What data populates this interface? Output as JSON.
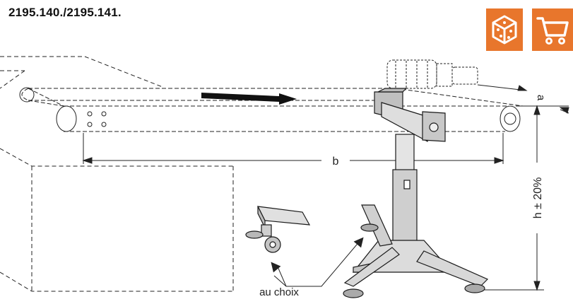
{
  "title": "2195.140./2195.141.",
  "labels": {
    "a": "a",
    "b": "b",
    "h": "h ± 20%",
    "option": "au choix"
  },
  "icons": {
    "view3d": "3d-box-icon",
    "cart": "shopping-cart-icon"
  },
  "colors": {
    "accent": "#e8762c",
    "line": "#1a1a1a",
    "metal": "#c8c8c8"
  }
}
